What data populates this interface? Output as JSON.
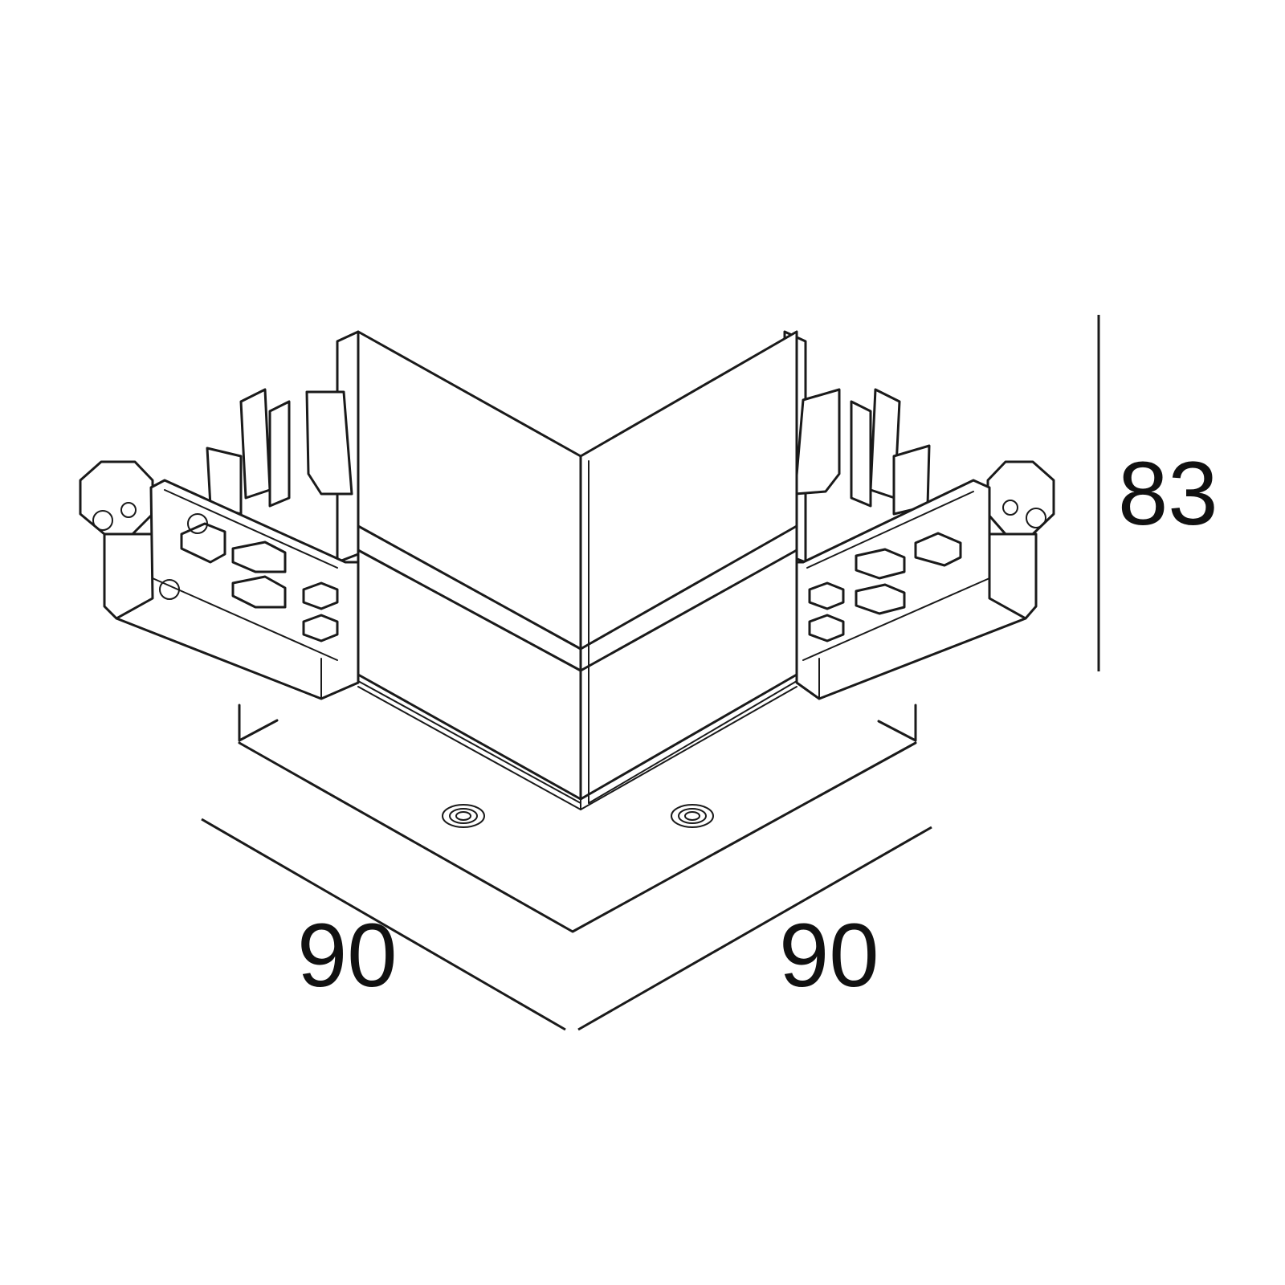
{
  "dimensions": {
    "width_left": "90",
    "width_right": "90",
    "height": "83"
  }
}
